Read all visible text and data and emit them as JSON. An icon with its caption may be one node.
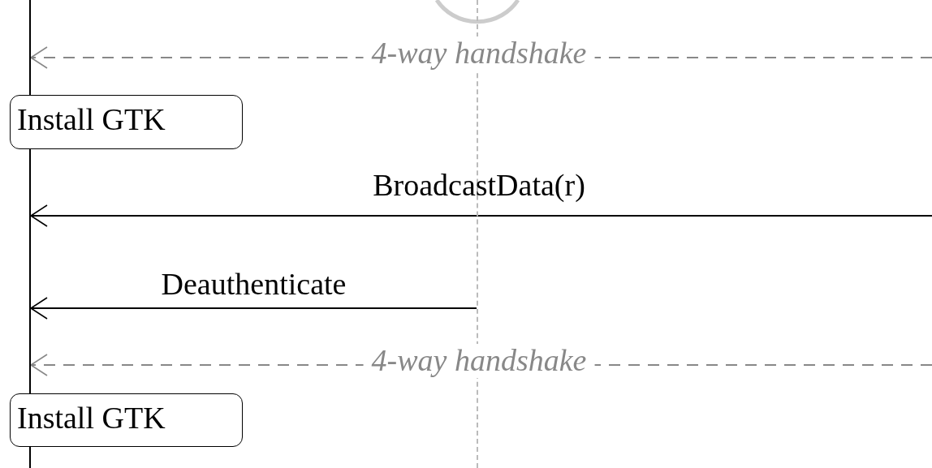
{
  "diagram": {
    "nodes": [
      {
        "text": [],
        "shape": "bar"
      },
      {
        "text": [],
        "shape": "bar"
      },
      {
        "text": [
          "Install GTK"
        ]
      },
      {
        "text": [
          "Install GTK"
        ]
      }
    ],
    "edges": [
      {
        "from": null,
        "to": 0,
        "arrow": "to",
        "label": "4-way handshake",
        "style": "dashed",
        "color": "#888888"
      },
      {
        "from": null,
        "to": 0,
        "arrow": "to",
        "label": "BroadcastData(r)",
        "color": "#000000"
      },
      {
        "from": 1,
        "to": 0,
        "arrow": "to",
        "label": "Deauthenticate",
        "color": "#000000"
      },
      {
        "from": null,
        "to": 0,
        "arrow": "to",
        "label": "4-way handshake",
        "style": "dashed",
        "color": "#888888"
      }
    ]
  }
}
